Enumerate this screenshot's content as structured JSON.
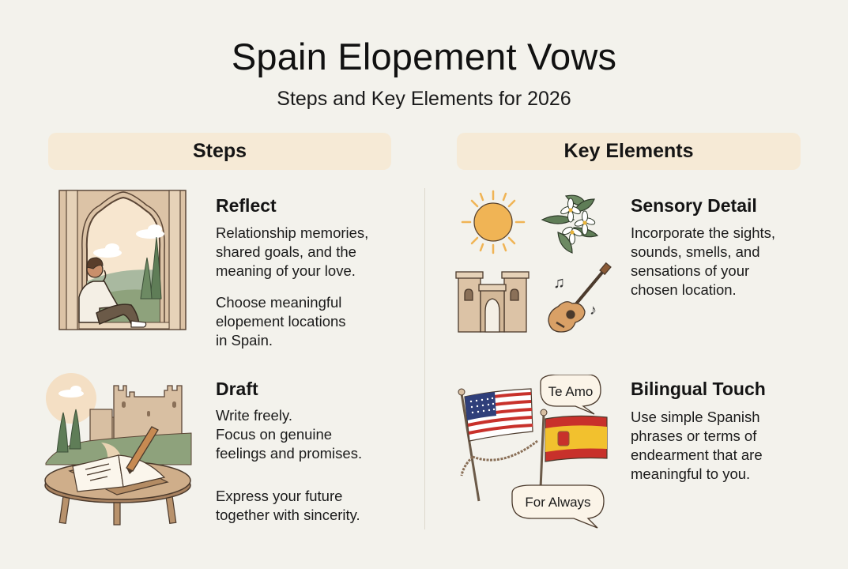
{
  "header": {
    "title": "Spain Elopement Vows",
    "subtitle": "Steps and Key Elements for 2026"
  },
  "sections": {
    "steps": {
      "label": "Steps",
      "items": [
        {
          "title": "Reflect",
          "paragraphs": [
            "Relationship memories,\nshared goals, and the\nmeaning of your love.",
            "Choose meaningful\nelopement locations\nin Spain."
          ],
          "illustration": "person-at-moorish-window-icon"
        },
        {
          "title": "Draft",
          "paragraphs": [
            "Write freely.\nFocus on genuine\nfeelings and promises.",
            "Express your future\ntogether with sincerity."
          ],
          "illustration": "journal-and-pen-with-castle-icon"
        }
      ]
    },
    "key_elements": {
      "label": "Key Elements",
      "items": [
        {
          "title": "Sensory Detail",
          "paragraphs": [
            "Incorporate the sights,\nsounds, smells, and\nsensations of your\nchosen location."
          ],
          "illustration": "sun-blossom-gate-guitar-icons"
        },
        {
          "title": "Bilingual Touch",
          "paragraphs": [
            "Use simple Spanish\nphrases or terms of\nendearment that are\nmeaningful to you."
          ],
          "illustration": "us-spain-flags-icon",
          "speech_bubbles": [
            "Te Amo",
            "For Always"
          ]
        }
      ]
    }
  },
  "colors": {
    "background": "#f3f2ec",
    "header_band": "#f6ead6",
    "sand": "#d8bfa2",
    "sage": "#8ea27c",
    "sun": "#f0b455",
    "spain_red": "#c8312b",
    "spain_yellow": "#f2c12e"
  }
}
